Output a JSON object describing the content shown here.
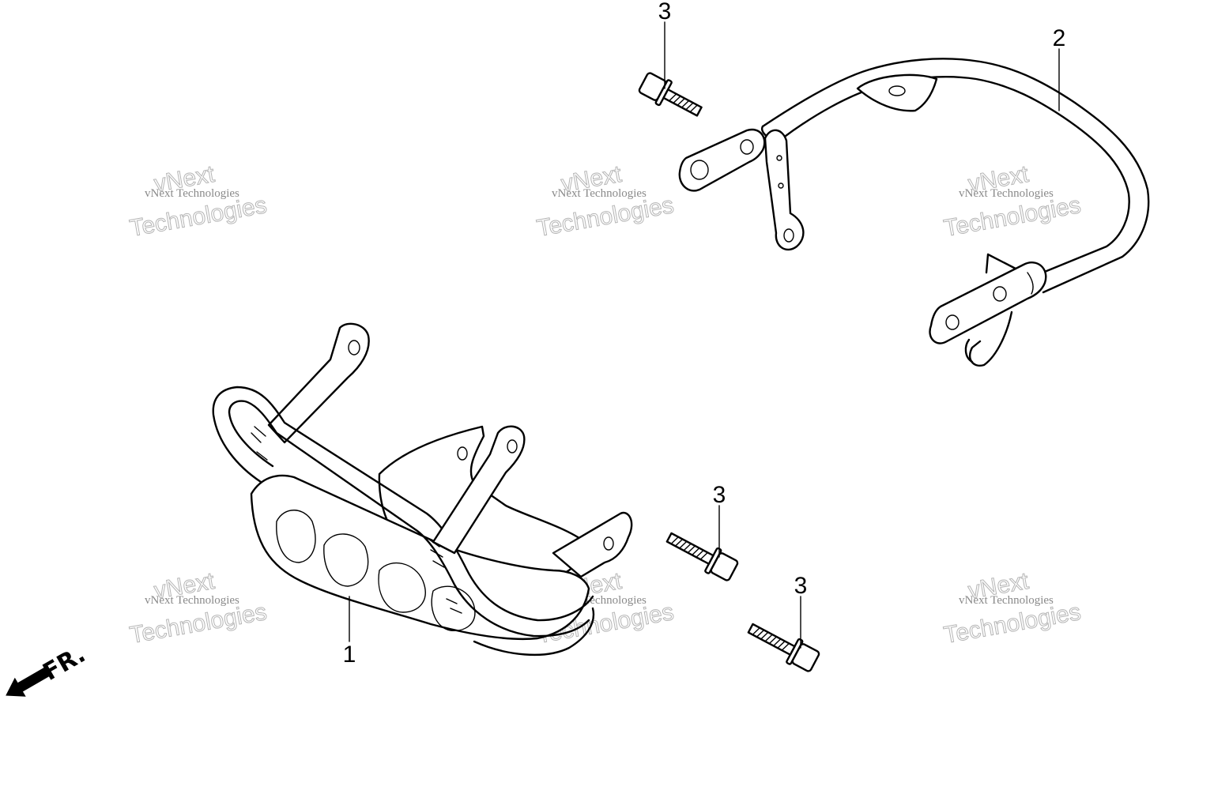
{
  "callouts": {
    "part_1": "1",
    "part_2": "2",
    "part_3_top": "3",
    "part_3_mid": "3",
    "part_3_low": "3"
  },
  "direction": {
    "label": "FR.",
    "icon": "front-direction-arrow"
  },
  "watermark": {
    "line1": "vNext Technologies",
    "line2": "vNext",
    "line3": "Technologies"
  }
}
